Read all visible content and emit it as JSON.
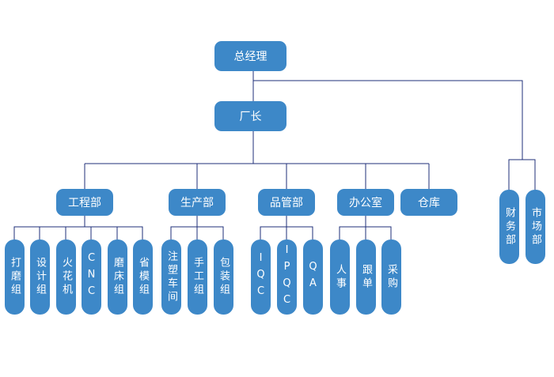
{
  "org": {
    "gm": "总经理",
    "factory_director": "厂长",
    "departments": {
      "engineering": "工程部",
      "production": "生产部",
      "quality": "品管部",
      "office": "办公室",
      "warehouse": "仓库",
      "finance": "财务部",
      "marketing": "市场部"
    },
    "engineering_groups": [
      "打磨组",
      "设计组",
      "火花机",
      "CNC",
      "磨床组",
      "省模组"
    ],
    "production_groups": [
      "注塑车间",
      "手工组",
      "包装组"
    ],
    "quality_groups": [
      "IQC",
      "IPQC",
      "QA"
    ],
    "office_groups": [
      "人事",
      "跟单",
      "采购"
    ]
  },
  "colors": {
    "box": "#3d88c8",
    "line": "#1f2f7a",
    "text": "#ffffff"
  }
}
